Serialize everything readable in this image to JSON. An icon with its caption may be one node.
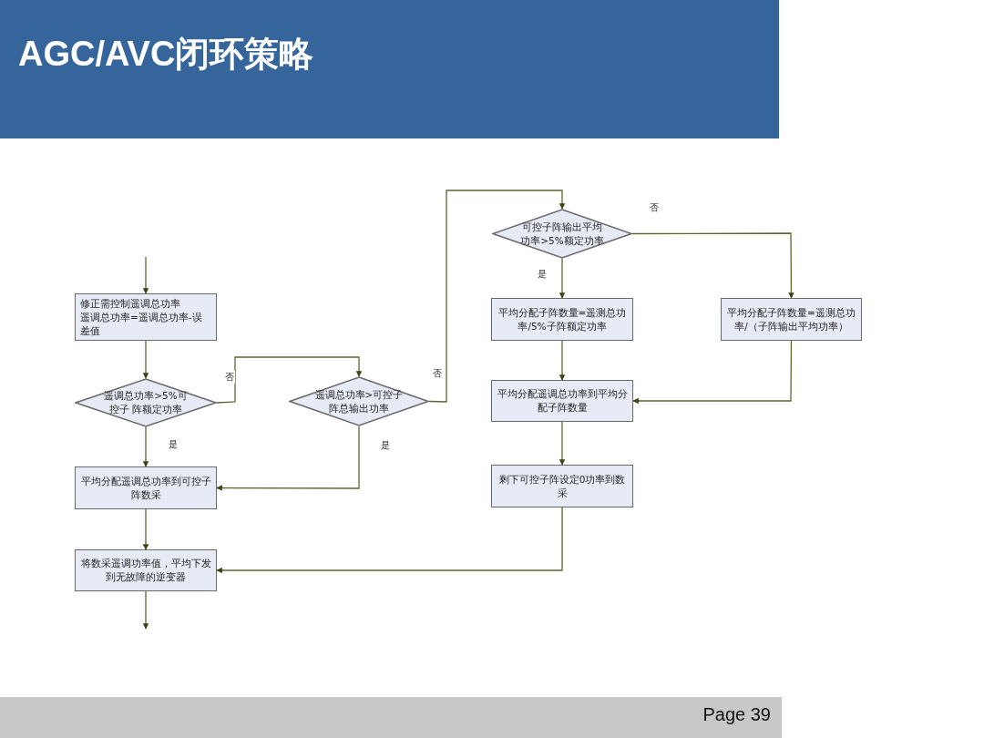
{
  "diagram": {
    "title": "AGC/AVC闭环策略",
    "nodes": [
      {
        "text": [
          "修正需控制遥调总功率",
          "遥调总功率=遥调总功率-误差值"
        ]
      },
      {
        "text": [
          "遥调总功率>5%可控子 阵额定功率"
        ]
      },
      {
        "text": [
          "遥调总功率>可控子阵总输出功率"
        ]
      },
      {
        "text": [
          "可控子阵输出平均功率>5%额定功率"
        ]
      },
      {
        "text": [
          "平均分配子阵数量=遥测总功率/5%子阵额定功率"
        ]
      },
      {
        "text": [
          "平均分配子阵数量=遥测总功率/（子阵输出平均功率）"
        ]
      },
      {
        "text": [
          "平均分配遥调总功率到平均分配子阵数量"
        ]
      },
      {
        "text": [
          "剩下可控子阵设定0功率到数采"
        ]
      },
      {
        "text": [
          "平均分配遥调总功率到可控子阵数采"
        ]
      },
      {
        "text": [
          "将数采遥调功率值，平均下发到无故障的逆变器"
        ]
      }
    ],
    "edges": [
      {
        "from": null,
        "to": 0,
        "arrow": "to"
      },
      {
        "from": 0,
        "to": 1,
        "arrow": "to"
      },
      {
        "from": 1,
        "to": 2,
        "arrow": "to",
        "label": "否"
      },
      {
        "from": 1,
        "to": 8,
        "arrow": "to",
        "label": "是"
      },
      {
        "from": 2,
        "to": 8,
        "arrow": "to",
        "label": "是"
      },
      {
        "from": 2,
        "to": 3,
        "arrow": "to",
        "label": "否"
      },
      {
        "from": 3,
        "to": 4,
        "arrow": "to",
        "label": "是"
      },
      {
        "from": 3,
        "to": 5,
        "arrow": "to",
        "label": "否"
      },
      {
        "from": 4,
        "to": 6,
        "arrow": "to"
      },
      {
        "from": 5,
        "to": 6,
        "arrow": "to"
      },
      {
        "from": 6,
        "to": 7,
        "arrow": "to"
      },
      {
        "from": 7,
        "to": 9,
        "arrow": "to"
      },
      {
        "from": 8,
        "to": 9,
        "arrow": "to"
      },
      {
        "from": 9,
        "to": null,
        "arrow": "to"
      }
    ],
    "labels": [
      "Page 39"
    ]
  }
}
